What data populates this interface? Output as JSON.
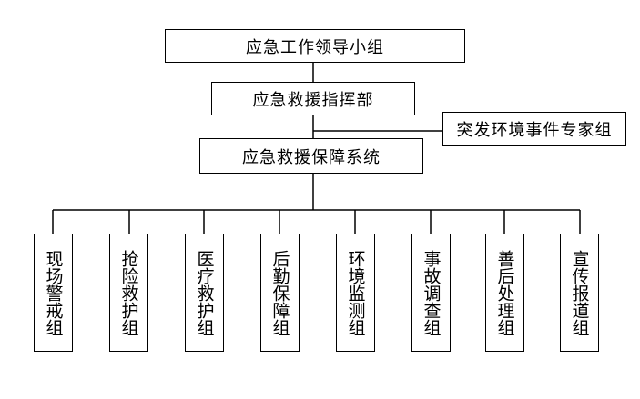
{
  "diagram": {
    "top": "应急工作领导小组",
    "command": "应急救援指挥部",
    "expert": "突发环境事件专家组",
    "system": "应急救援保障系统",
    "groups": [
      "现场警戒组",
      "抢险救护组",
      "医疗救护组",
      "后勤保障组",
      "环境监测组",
      "事故调查组",
      "善后处理组",
      "宣传报道组"
    ]
  }
}
